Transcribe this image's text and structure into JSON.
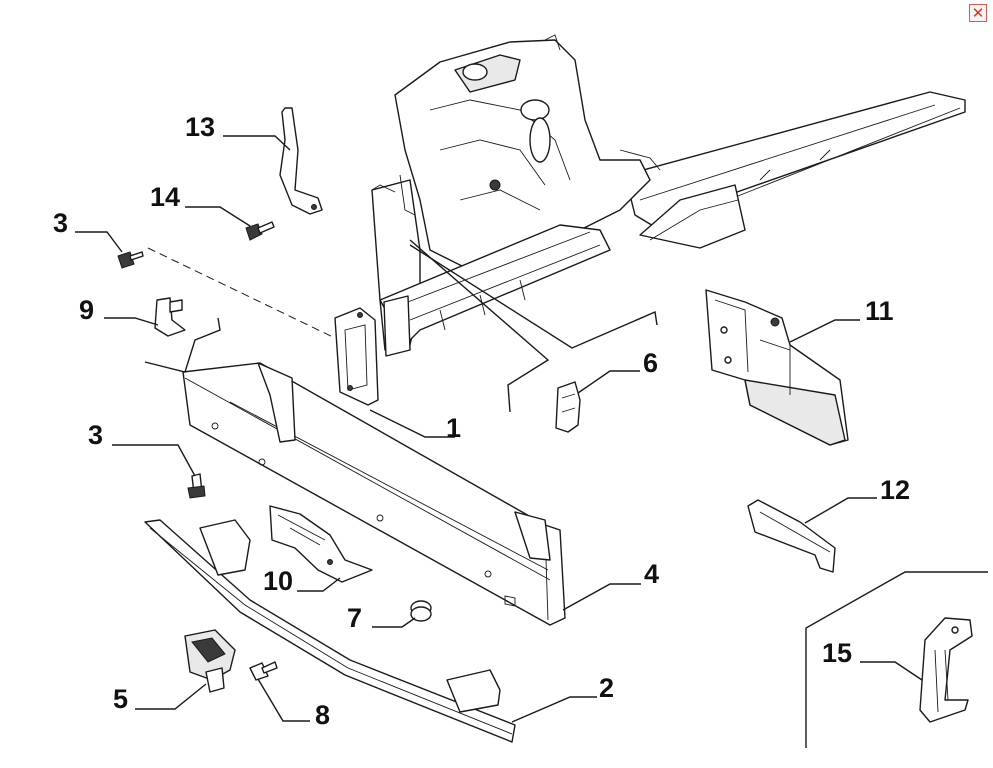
{
  "window": {
    "close_glyph": "✕"
  },
  "labels": [
    "1",
    "2",
    "3",
    "3",
    "4",
    "5",
    "6",
    "7",
    "8",
    "9",
    "10",
    "11",
    "12",
    "13",
    "14",
    "15"
  ],
  "icons": {
    "close": "close-icon"
  },
  "colors": {
    "close_icon": "#d03a24",
    "line": "#1a1a1a"
  }
}
